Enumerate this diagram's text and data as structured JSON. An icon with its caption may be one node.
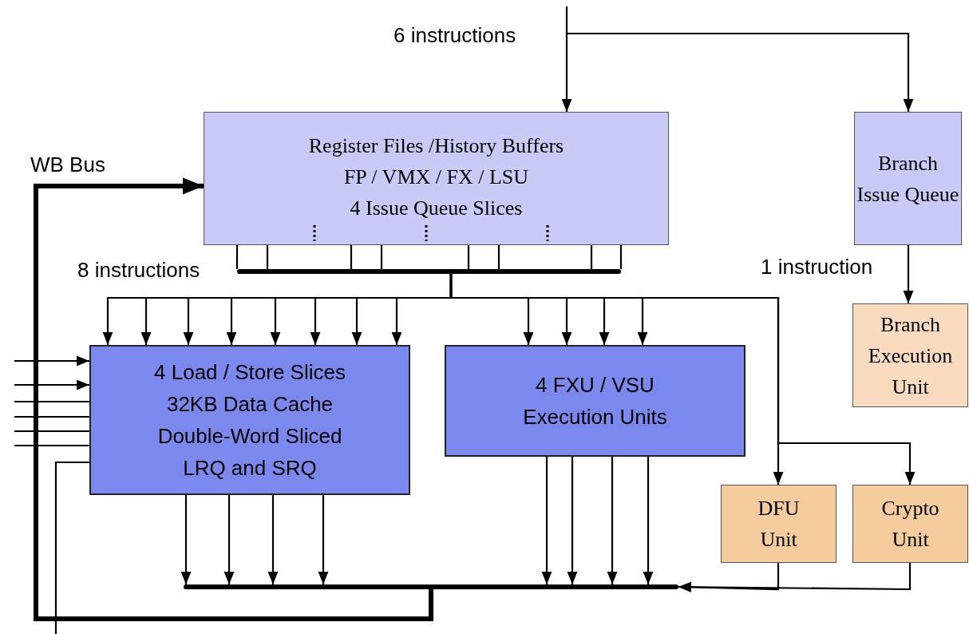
{
  "diagram": {
    "nodes": [
      {
        "text": [
          "Register Files /History Buffers",
          "FP / VMX / FX / LSU",
          "4 Issue Queue Slices"
        ]
      },
      {
        "text": [
          "Branch Issue Queue"
        ]
      },
      {
        "text": [
          "4 Load / Store Slices",
          "32KB Data Cache",
          "Double-Word Sliced LRQ and SRQ"
        ]
      },
      {
        "text": [
          "4 FXU / VSU Execution Units"
        ]
      },
      {
        "text": [
          "Branch Execution Unit"
        ]
      },
      {
        "text": [
          "DFU Unit"
        ]
      },
      {
        "text": [
          "Crypto Unit"
        ]
      },
      {
        "text": [],
        "shape": "bar"
      },
      {
        "text": [],
        "shape": "bar"
      }
    ],
    "edges": [
      {
        "from": null,
        "to": 0,
        "arrow": "to",
        "label": "6 instructions"
      },
      {
        "from": null,
        "to": 1,
        "arrow": "to"
      },
      {
        "from": 1,
        "to": 4,
        "arrow": "to",
        "label": "1 instruction"
      },
      {
        "from": 0,
        "to": 7,
        "arrow": "none"
      },
      {
        "from": 0,
        "to": 7,
        "arrow": "none"
      },
      {
        "from": 0,
        "to": 7,
        "arrow": "none"
      },
      {
        "from": 0,
        "to": 7,
        "arrow": "none"
      },
      {
        "from": 0,
        "to": 7,
        "arrow": "none"
      },
      {
        "from": 0,
        "to": 7,
        "arrow": "none"
      },
      {
        "from": 0,
        "to": 7,
        "arrow": "none"
      },
      {
        "from": 0,
        "to": 7,
        "arrow": "none"
      },
      {
        "from": 7,
        "to": 2,
        "arrow": "to"
      },
      {
        "from": 7,
        "to": 2,
        "arrow": "to"
      },
      {
        "from": 7,
        "to": 2,
        "arrow": "to"
      },
      {
        "from": 7,
        "to": 2,
        "arrow": "to"
      },
      {
        "from": 7,
        "to": 2,
        "arrow": "to"
      },
      {
        "from": 7,
        "to": 2,
        "arrow": "to"
      },
      {
        "from": 7,
        "to": 2,
        "arrow": "to"
      },
      {
        "from": 7,
        "to": 2,
        "arrow": "to"
      },
      {
        "from": 7,
        "to": 3,
        "arrow": "to"
      },
      {
        "from": 7,
        "to": 3,
        "arrow": "to"
      },
      {
        "from": 7,
        "to": 3,
        "arrow": "to"
      },
      {
        "from": 7,
        "to": 3,
        "arrow": "to"
      },
      {
        "from": 7,
        "to": 5,
        "arrow": "to"
      },
      {
        "from": 7,
        "to": 6,
        "arrow": "to"
      },
      {
        "from": 2,
        "to": 8,
        "arrow": "to"
      },
      {
        "from": 2,
        "to": 8,
        "arrow": "to"
      },
      {
        "from": 2,
        "to": 8,
        "arrow": "to"
      },
      {
        "from": 2,
        "to": 8,
        "arrow": "to"
      },
      {
        "from": 3,
        "to": 8,
        "arrow": "to"
      },
      {
        "from": 3,
        "to": 8,
        "arrow": "to"
      },
      {
        "from": 3,
        "to": 8,
        "arrow": "to"
      },
      {
        "from": 3,
        "to": 8,
        "arrow": "to"
      },
      {
        "from": 5,
        "to": 8,
        "arrow": "to"
      },
      {
        "from": 6,
        "to": 8,
        "arrow": "to"
      },
      {
        "from": 8,
        "to": 0,
        "arrow": "to",
        "label": "WB Bus",
        "style": "thick"
      },
      {
        "from": null,
        "to": 2,
        "arrow": "to"
      },
      {
        "from": null,
        "to": 2,
        "arrow": "to"
      },
      {
        "from": null,
        "to": 2,
        "arrow": "none"
      },
      {
        "from": null,
        "to": 2,
        "arrow": "none"
      },
      {
        "from": null,
        "to": 2,
        "arrow": "none"
      },
      {
        "from": null,
        "to": 2,
        "arrow": "none"
      },
      {
        "from": 2,
        "to": null,
        "arrow": "none"
      }
    ],
    "labels": [
      "8 instructions"
    ]
  }
}
